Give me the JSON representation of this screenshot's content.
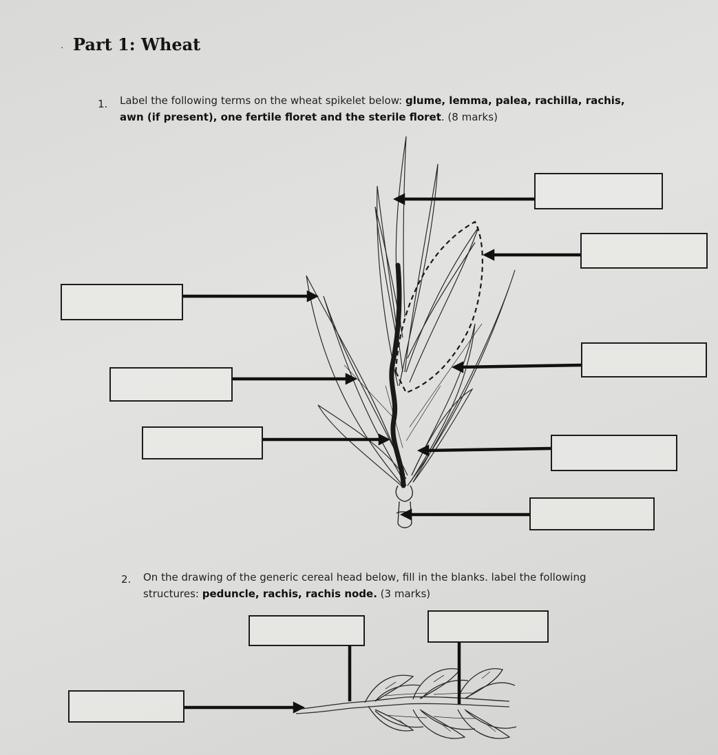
{
  "part": {
    "title": "Part 1: Wheat"
  },
  "question1": {
    "number": "1.",
    "line1_prefix": "Label the following terms on the wheat spikelet below: ",
    "terms_line1": "glume, lemma, palea, rachilla, rachis,",
    "terms_line2": "awn (if present), one fertile floret and the sterile floret",
    "line2_suffix": ". (8 marks)"
  },
  "question2": {
    "number": "2.",
    "line1": "On the drawing of the generic cereal head below, fill in the blanks.  label the following",
    "line2_prefix": "structures: ",
    "terms": "peduncle, rachis, rachis node.",
    "line2_suffix": " (3 marks)"
  },
  "colors": {
    "ink": "#1c1c1c",
    "paper": "#dedede"
  },
  "q1_label_boxes": [
    "",
    "",
    "",
    "",
    "",
    "",
    "",
    "",
    "",
    ""
  ],
  "q2_label_boxes": [
    "",
    "",
    ""
  ]
}
